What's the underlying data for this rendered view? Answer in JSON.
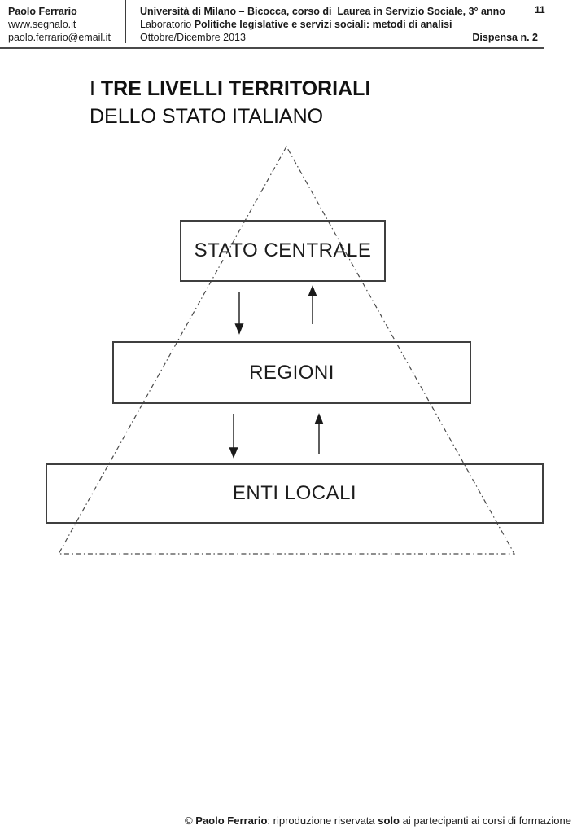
{
  "page": {
    "number": "11"
  },
  "header": {
    "author": {
      "name": "Paolo Ferrario",
      "website": "www.segnalo.it",
      "email": "paolo.ferrario@email.it"
    },
    "course": {
      "line1": "Università di Milano – Bicocca, corso di  Laurea in Servizio Sociale, 3° anno",
      "line2_prefix": "Laboratorio ",
      "line2_bold": "Politiche legislative e servizi sociali: metodi di analisi",
      "period": "Ottobre/Dicembre 2013",
      "issue": "Dispensa n. 2"
    }
  },
  "title": {
    "line1_prefix": "I ",
    "line1_bold": "TRE LIVELLI TERRITORIALI",
    "line2": "DELLO STATO ITALIANO"
  },
  "diagram": {
    "type": "pyramid-hierarchy",
    "line_color": "#4a4a4a",
    "arrow_color": "#1a1a1a",
    "levels": [
      {
        "label": "STATO CENTRALE"
      },
      {
        "label": "REGIONI"
      },
      {
        "label": "ENTI LOCALI"
      }
    ]
  },
  "footer": {
    "symbol": "© ",
    "author_bold": "Paolo Ferrario",
    "middle": ": riproduzione riservata ",
    "emphasis_bold": "solo",
    "suffix": " ai partecipanti ai corsi di formazione"
  }
}
